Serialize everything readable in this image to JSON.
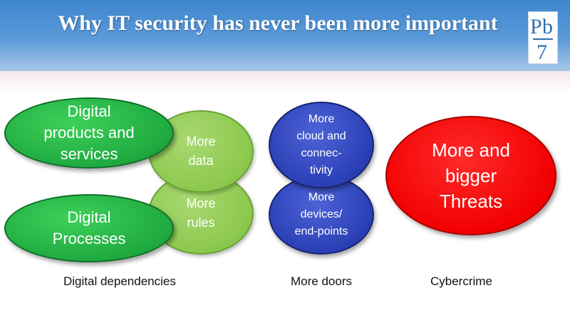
{
  "slide": {
    "title": "Why IT security has never been more important",
    "logo_text": "Pb7"
  },
  "columns": {
    "dependencies": {
      "caption": "Digital dependencies",
      "products_services": "Digital\nproducts and\nservices",
      "processes": "Digital\nProcesses",
      "more_data": "More\ndata",
      "more_rules": "More\nrules"
    },
    "doors": {
      "caption": "More doors",
      "cloud": "More\ncloud and\nconnec-\ntivity",
      "devices": "More\ndevices/\nend-points"
    },
    "cybercrime": {
      "caption": "Cybercrime",
      "threats": "More and\nbigger\nThreats"
    }
  },
  "colors": {
    "header_blue": "#3f86cf",
    "green": "#1faa3f",
    "lime": "#8cc84d",
    "blue": "#2a3fb5",
    "red": "#f20000"
  }
}
